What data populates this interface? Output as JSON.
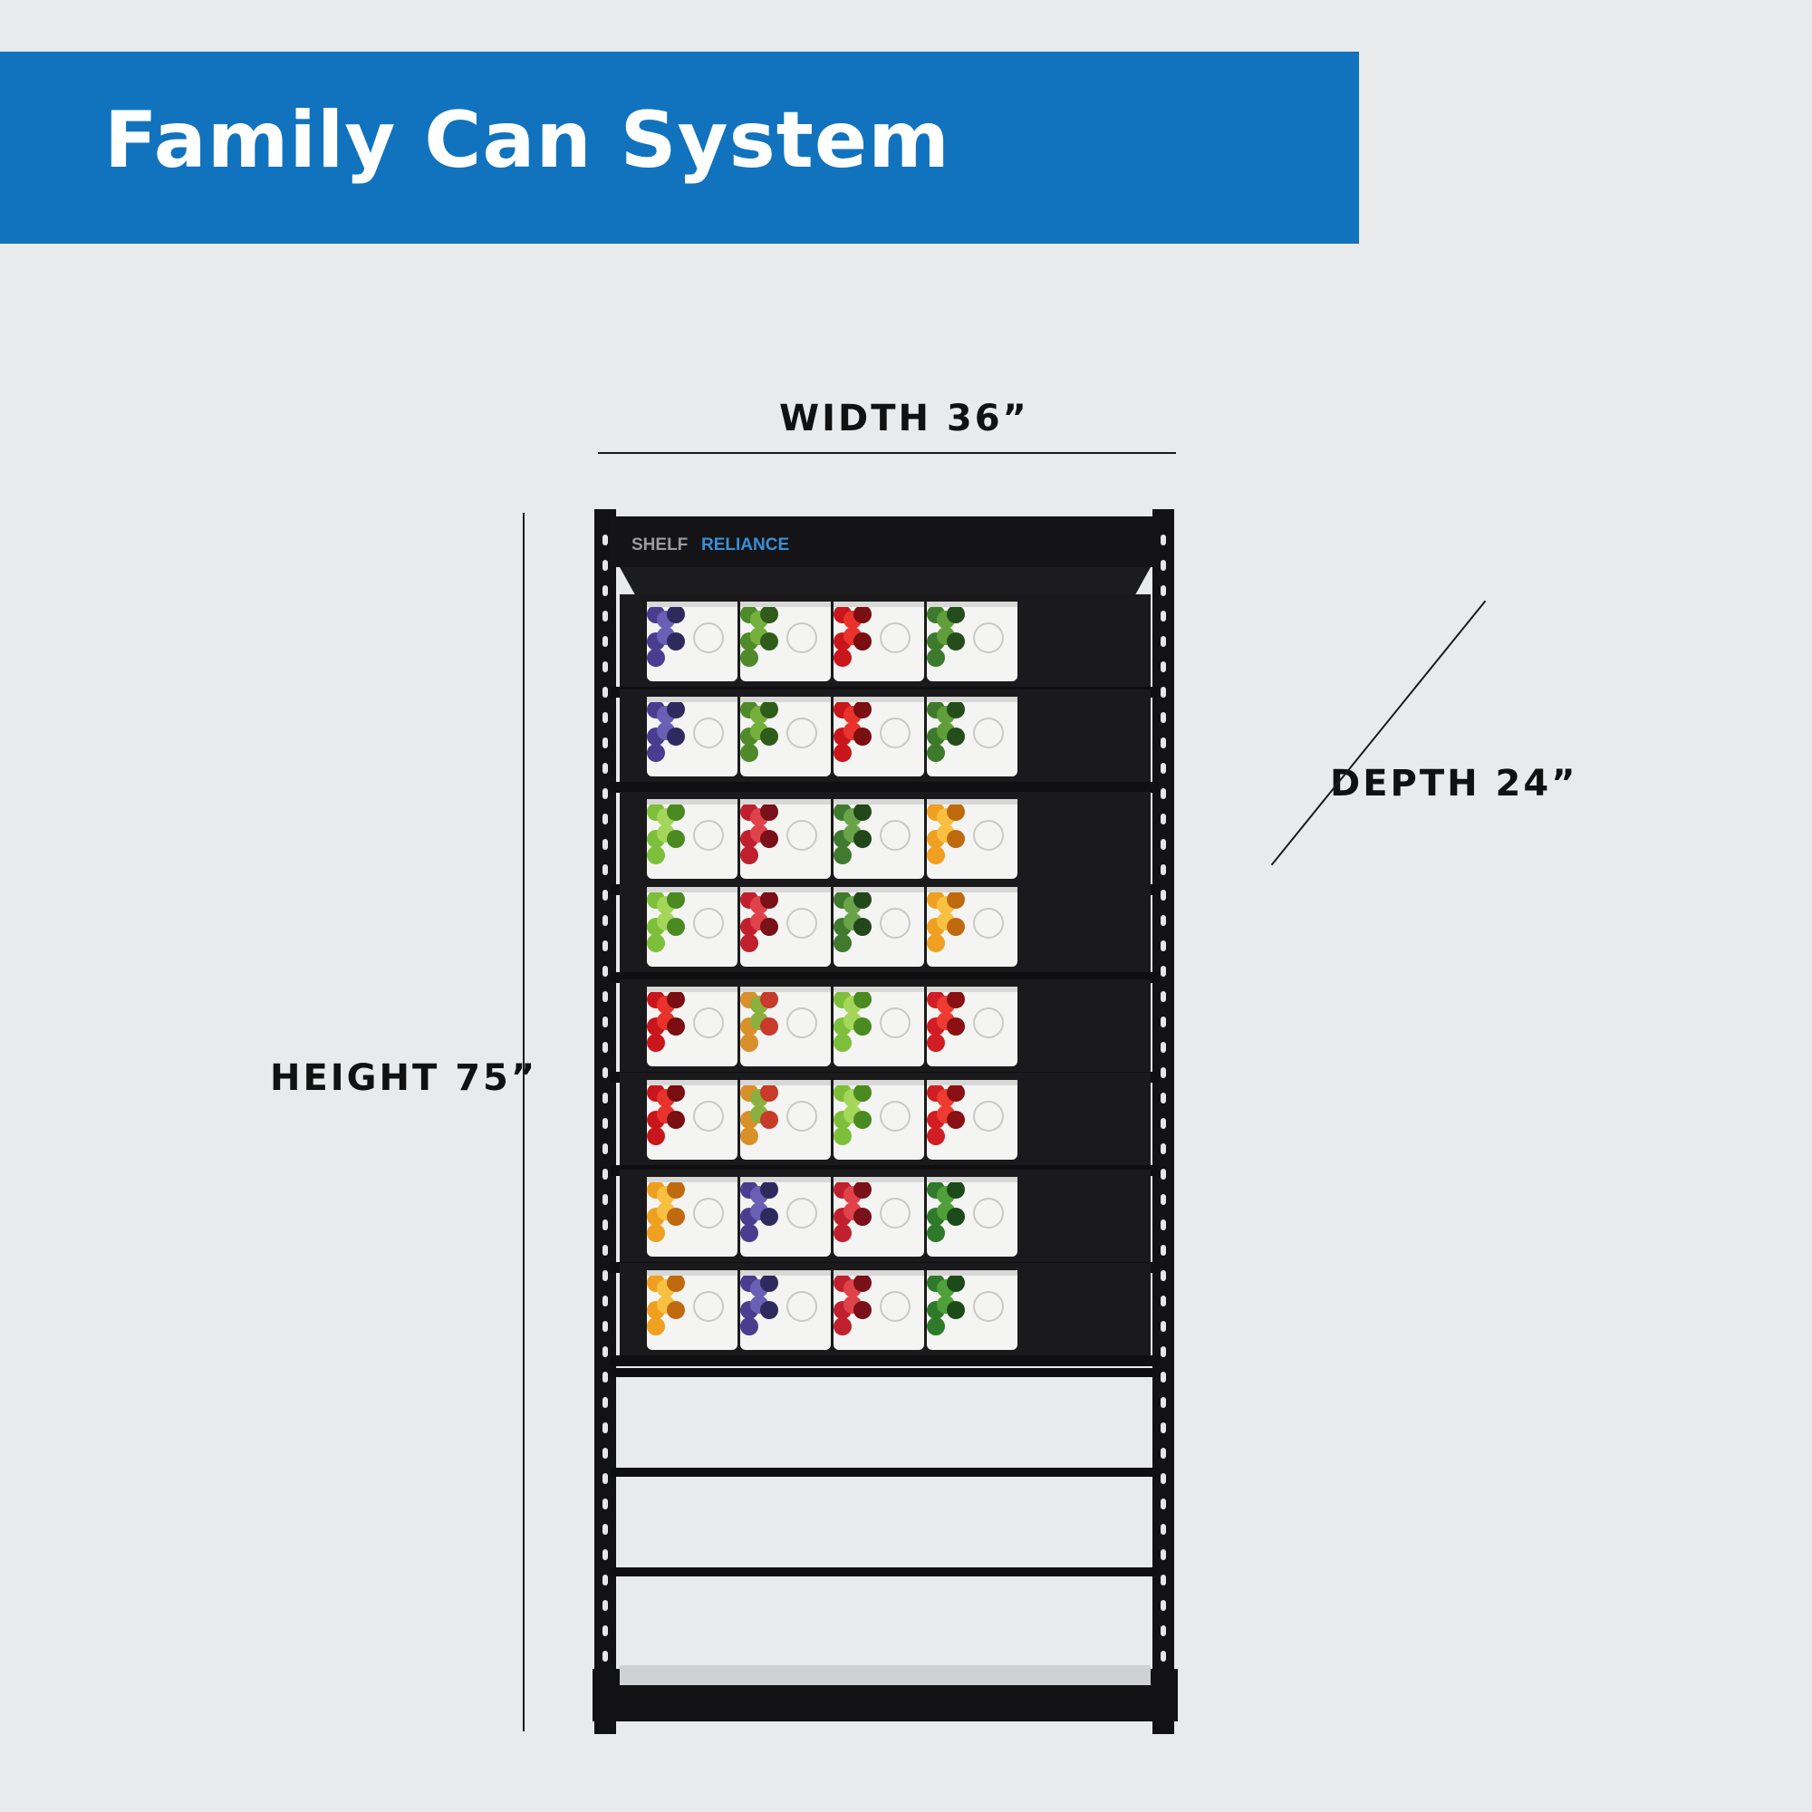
{
  "header": {
    "title": "Family Can System"
  },
  "dimensions": {
    "width": "WIDTH 36”",
    "depth": "DEPTH 24”",
    "height": "HEIGHT 75”"
  },
  "brand": {
    "part1": "SHELF",
    "part2": "RELIANCE"
  },
  "colors": {
    "banner": "#1173be",
    "background": "#e9eaec",
    "frame": "#121214",
    "brand_accent": "#3a8fd6"
  },
  "shelf_rows": [
    [
      "blueberry",
      "green-bean",
      "red-pepper",
      "broccoli"
    ],
    [
      "blueberry",
      "green-bean",
      "red-pepper",
      "broccoli"
    ],
    [
      "apple",
      "strawberry",
      "cucumber",
      "peach"
    ],
    [
      "apple",
      "strawberry",
      "cucumber",
      "peach"
    ],
    [
      "red-pepper",
      "mixed-veg",
      "apple",
      "tomato"
    ],
    [
      "red-pepper",
      "mixed-veg",
      "apple",
      "tomato"
    ],
    [
      "peach",
      "blueberry",
      "strawberry",
      "green-pepper"
    ],
    [
      "peach",
      "blueberry",
      "strawberry",
      "green-pepper"
    ]
  ]
}
